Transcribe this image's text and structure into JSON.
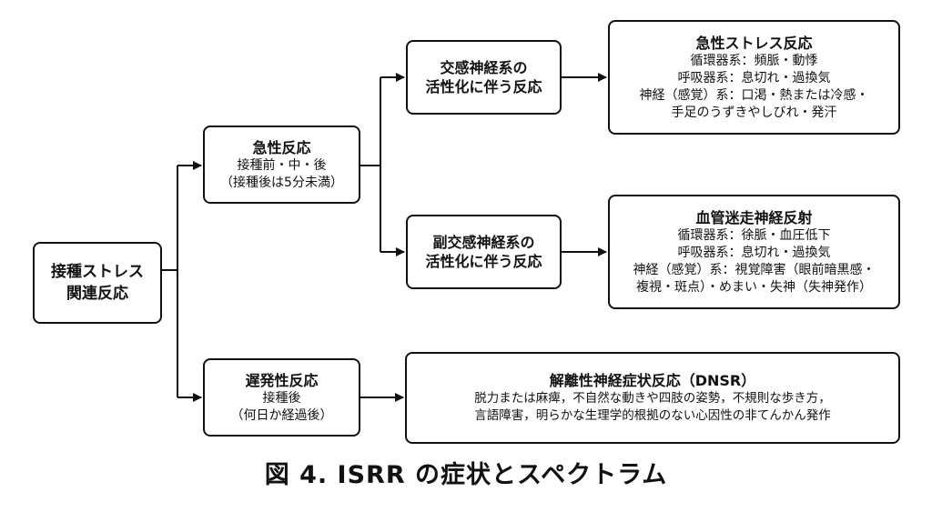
{
  "nodes": {
    "root": {
      "lines": [
        "接種ストレス",
        "関連反応"
      ]
    },
    "acute": {
      "title": "急性反応",
      "lines": [
        "接種前・中・後",
        "（接種後は5分未満）"
      ]
    },
    "delayed": {
      "title": "遅発性反応",
      "lines": [
        "接種後",
        "（何日か経過後）"
      ]
    },
    "sympathetic": {
      "lines": [
        "交感神経系の",
        "活性化に伴う反応"
      ]
    },
    "parasympathetic": {
      "lines": [
        "副交感神経系の",
        "活性化に伴う反応"
      ]
    },
    "acute_stress": {
      "title": "急性ストレス反応",
      "lines": [
        "循環器系：頻脈・動悸",
        "呼吸器系：息切れ・過換気",
        "神経（感覚）系：口渇・熱または冷感・",
        "手足のうずきやしびれ・発汗"
      ]
    },
    "vasovagal": {
      "title": "血管迷走神経反射",
      "lines": [
        "循環器系：徐脈・血圧低下",
        "呼吸器系：息切れ・過換気",
        "神経（感覚）系：視覚障害（眼前暗黒感・",
        "複視・斑点）・めまい・失神（失神発作）"
      ]
    },
    "dnsr": {
      "title": "解離性神経症状反応（DNSR）",
      "lines": [
        "脱力または麻痺，不自然な動きや四肢の姿勢，不規則な歩き方，",
        "言語障害，明らかな生理学的根拠のない心因性の非てんかん発作"
      ]
    }
  },
  "caption": "図 4.  ISRR の症状とスペクトラム"
}
